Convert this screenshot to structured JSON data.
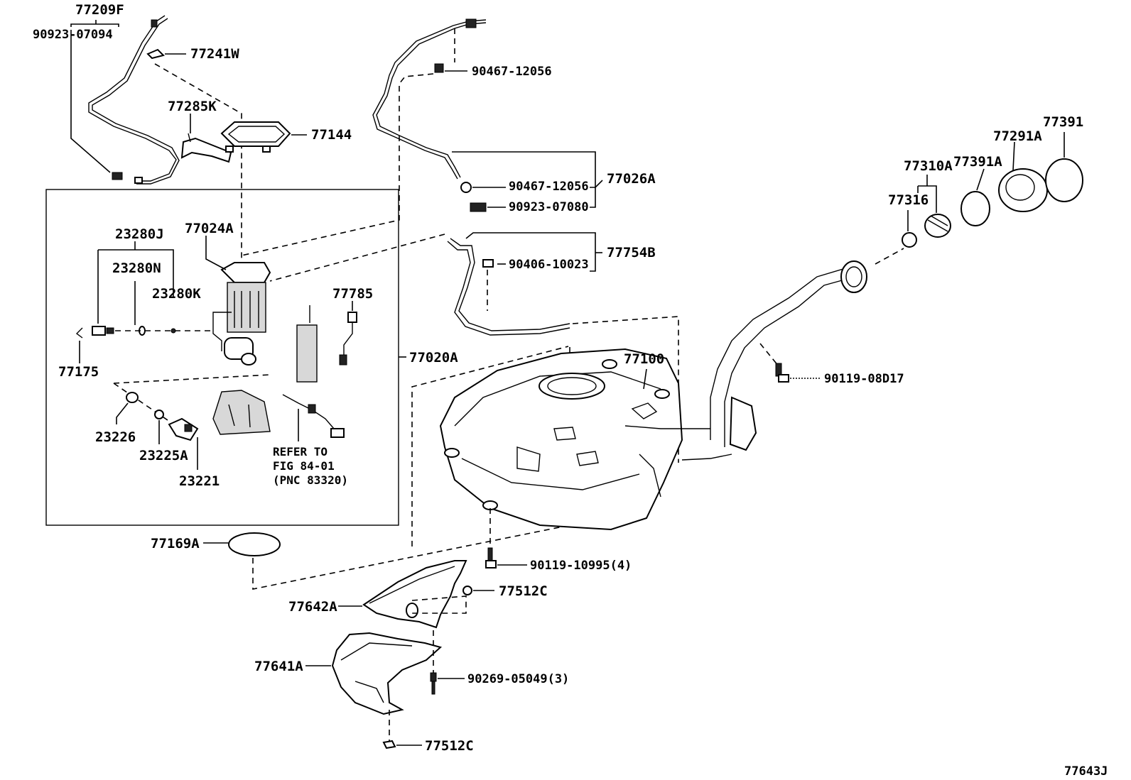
{
  "diagram_id": "77643J",
  "labels": {
    "p77209F": "77209F",
    "p90923_07094": "90923-07094",
    "p77241W": "77241W",
    "p77285K": "77285K",
    "p77144": "77144",
    "p90467_12056_top": "90467-12056",
    "p90467_12056_mid": "90467-12056",
    "p90923_07080": "90923-07080",
    "p77026A": "77026A",
    "p77754B": "77754B",
    "p90406_10023": "90406-10023",
    "p23280J": "23280J",
    "p23280N": "23280N",
    "p23280K": "23280K",
    "p77024A": "77024A",
    "p77785": "77785",
    "p77175": "77175",
    "p77020A": "77020A",
    "p23226": "23226",
    "p23225A": "23225A",
    "p23221": "23221",
    "p77169A": "77169A",
    "p77100": "77100",
    "p90119_08D17": "90119-08D17",
    "p90119_10995": "90119-10995(4)",
    "p77512C_mid": "77512C",
    "p77642A": "77642A",
    "p77641A": "77641A",
    "p90269_05049": "90269-05049(3)",
    "p77512C_bot": "77512C",
    "p77391": "77391",
    "p77291A": "77291A",
    "p77310A": "77310A",
    "p77391A": "77391A",
    "p77316": "77316"
  },
  "note": {
    "line1": "REFER TO",
    "line2": "FIG 84-01",
    "line3": "(PNC 83320)"
  }
}
